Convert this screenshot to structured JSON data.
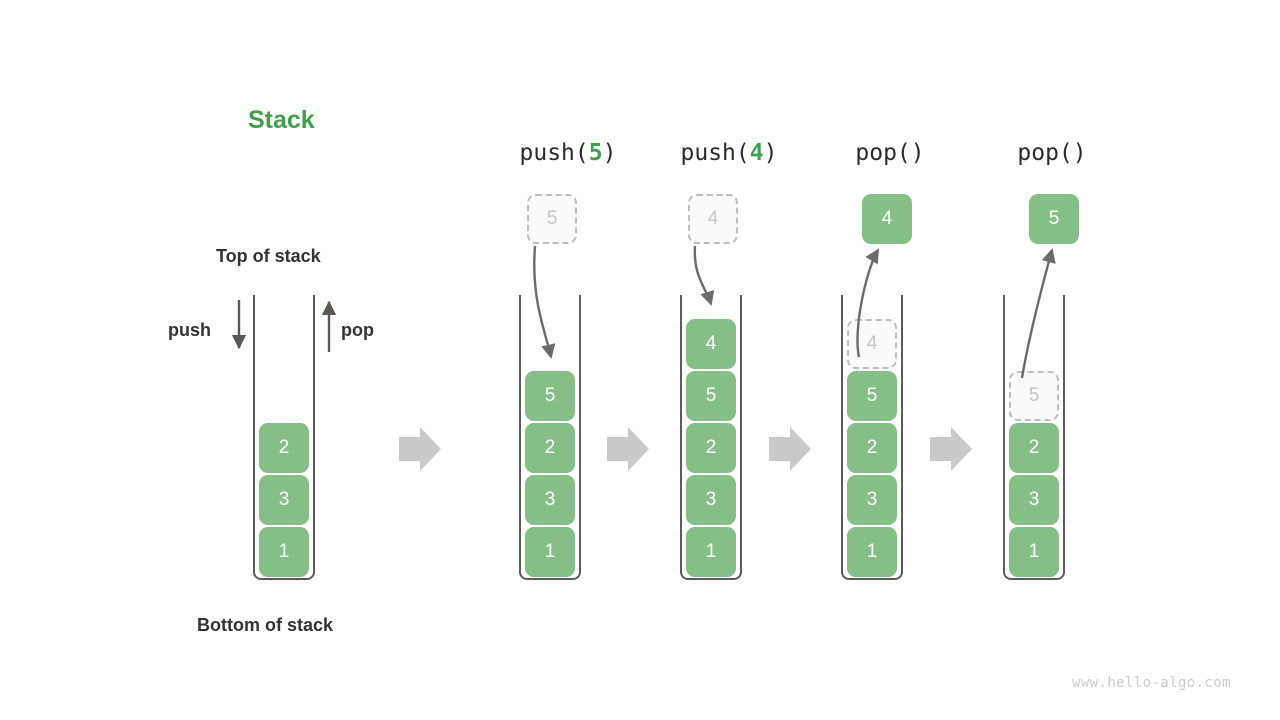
{
  "diagram": {
    "title": "Stack",
    "title_color": "#41a04b",
    "accent_green": "#85bf85",
    "ghost_gray": "#c4c4c4",
    "arrow_gray": "#6b6b6b",
    "flow_arrow_gray": "#c9c9c9",
    "labels": {
      "top_of_stack": "Top of stack",
      "bottom_of_stack": "Bottom of stack",
      "push": "push",
      "pop": "pop"
    },
    "watermark": "www.hello-algo.com"
  },
  "initial_stack": {
    "name": "initial",
    "items_bottom_to_top": [
      "1",
      "3",
      "2"
    ]
  },
  "steps": [
    {
      "caption_prefix": "push(",
      "caption_arg": "5",
      "caption_suffix": ")",
      "caption_full": "push(5)",
      "operation": "push",
      "float_box": {
        "value": "5",
        "style": "ghost"
      },
      "items_bottom_to_top": [
        "1",
        "3",
        "2",
        "5"
      ],
      "ghost_index": -1
    },
    {
      "caption_prefix": "push(",
      "caption_arg": "4",
      "caption_suffix": ")",
      "caption_full": "push(4)",
      "operation": "push",
      "float_box": {
        "value": "4",
        "style": "ghost"
      },
      "items_bottom_to_top": [
        "1",
        "3",
        "2",
        "5",
        "4"
      ],
      "ghost_index": -1
    },
    {
      "caption_prefix": "pop(",
      "caption_arg": "",
      "caption_suffix": ")",
      "caption_full": "pop()",
      "operation": "pop",
      "float_box": {
        "value": "4",
        "style": "solid"
      },
      "items_bottom_to_top": [
        "1",
        "3",
        "2",
        "5",
        "4"
      ],
      "ghost_index": 4
    },
    {
      "caption_prefix": "pop(",
      "caption_arg": "",
      "caption_suffix": ")",
      "caption_full": "pop()",
      "operation": "pop",
      "float_box": {
        "value": "5",
        "style": "solid"
      },
      "items_bottom_to_top": [
        "1",
        "3",
        "2",
        "5"
      ],
      "ghost_index": 3
    }
  ],
  "flow_arrows": 4
}
